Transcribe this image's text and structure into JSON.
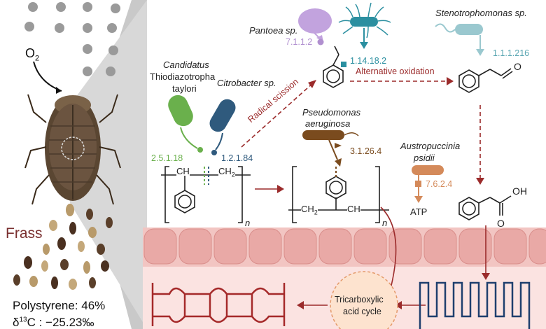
{
  "left_panel": {
    "oxygen_label": "O",
    "oxygen_sub": "2",
    "frass_label": "Frass",
    "composition": "Polystyrene: 46%",
    "isotope_prefix": "δ",
    "isotope_sup": "13",
    "isotope_value": "C : −25.23‰"
  },
  "organisms": {
    "pantoea": "Pantoea sp.",
    "stenotrophomonas": "Stenotrophomonas sp.",
    "candidatus_1": "Candidatus",
    "candidatus_2": "Thiodiazotropha",
    "candidatus_3": "taylori",
    "citrobacter": "Citrobacter sp.",
    "pseudomonas_1": "Pseudomonas",
    "pseudomonas_2": "aeruginosa",
    "austropuccinia_1": "Austropuccinia",
    "austropuccinia_2": "psidii"
  },
  "enzymes": {
    "ec_7112": "7.1.1.2",
    "ec_114182": "1.14.18.2",
    "ec_111216": "1.1.1.216",
    "ec_25118": "2.5.1.18",
    "ec_12184": "1.2.1.84",
    "ec_31264": "3.1.26.4",
    "ec_7624": "7.6.2.4"
  },
  "pathway_labels": {
    "alternative_oxidation": "Alternative oxidation",
    "radical_scission": "Radical scission",
    "atp": "ATP",
    "oh": "OH",
    "o_atom": "O",
    "n_subscript": "n",
    "tca_1": "Tricarboxylic",
    "tca_2": "acid cycle",
    "ch": "CH",
    "ch2": "CH",
    "sub2": "2"
  },
  "colors": {
    "dark_red": "#9b2b2b",
    "green": "#6ab04c",
    "navy": "#2f5a7d",
    "purple": "#b08fcf",
    "teal": "#2b8fa0",
    "brown": "#7a4b1e",
    "orange": "#d48a5a",
    "pink_bg": "#fbe3e1"
  }
}
